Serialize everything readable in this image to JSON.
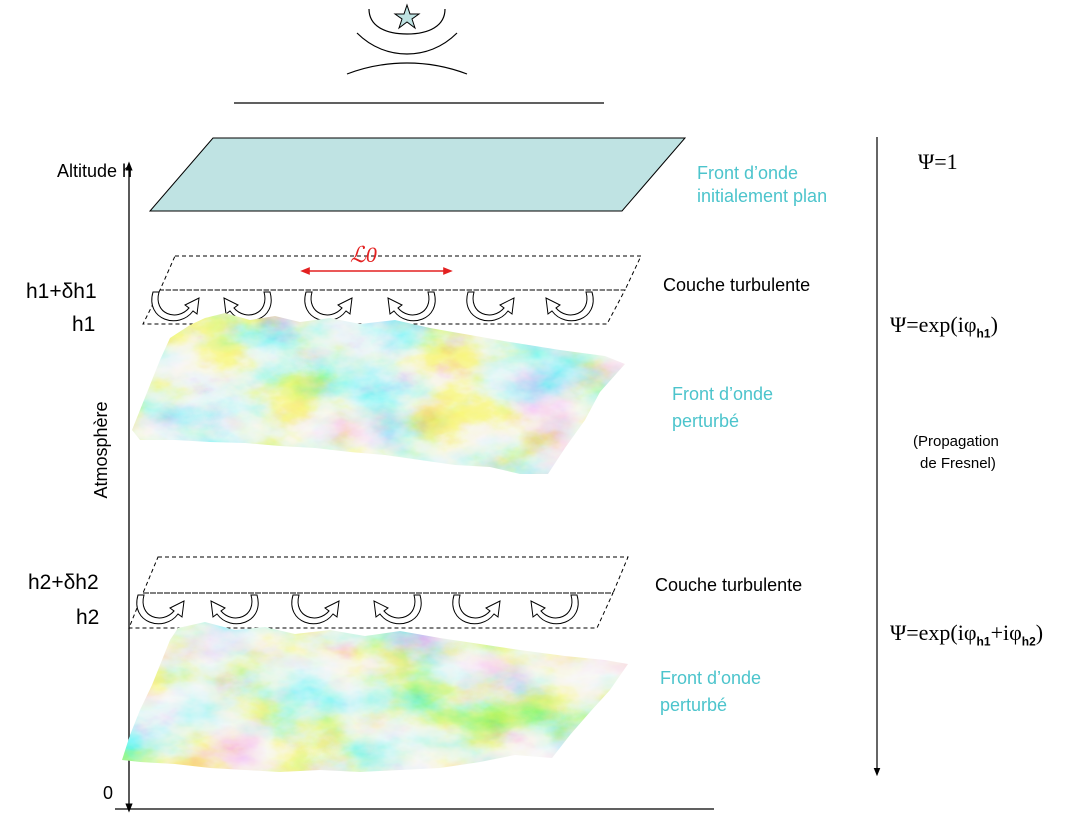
{
  "labels": {
    "altitude": "Altitude h",
    "zero": "0",
    "atmosphere": "Atmosphère",
    "h1_top": "h1+δh1",
    "h1": "h1",
    "h2_top": "h2+δh2",
    "h2": "h2",
    "l0": "ℒ0",
    "front_plan_line1": "Front d’onde",
    "front_plan_line2": "initialement plan",
    "couche1": "Couche turbulente",
    "couche2": "Couche turbulente",
    "front_perturbe1_line1": "Front d’onde",
    "front_perturbe1_line2": "perturbé",
    "front_perturbe2_line1": "Front d’onde",
    "front_perturbe2_line2": "perturbé",
    "propagation_line1": "(Propagation",
    "propagation_line2": "de Fresnel)"
  },
  "psi": {
    "psi1": "Ψ=1",
    "psi2_prefix": "Ψ=exp(iφ",
    "psi2_sub": "h1",
    "psi2_suffix": ")",
    "psi3_prefix": "Ψ=exp(iφ",
    "psi3_sub1": "h1",
    "psi3_mid": "+iφ",
    "psi3_sub2": "h2",
    "psi3_suffix": ")"
  },
  "colors": {
    "plane_fill": "#bfe3e3",
    "label_cyan": "#4cc4cc",
    "l0_red": "#e32020",
    "surface_colormap": [
      "#1e3cc8",
      "#28a0e6",
      "#78d2f0",
      "#c8f0c8",
      "#f0e650",
      "#f0a028",
      "#dc2814"
    ]
  }
}
